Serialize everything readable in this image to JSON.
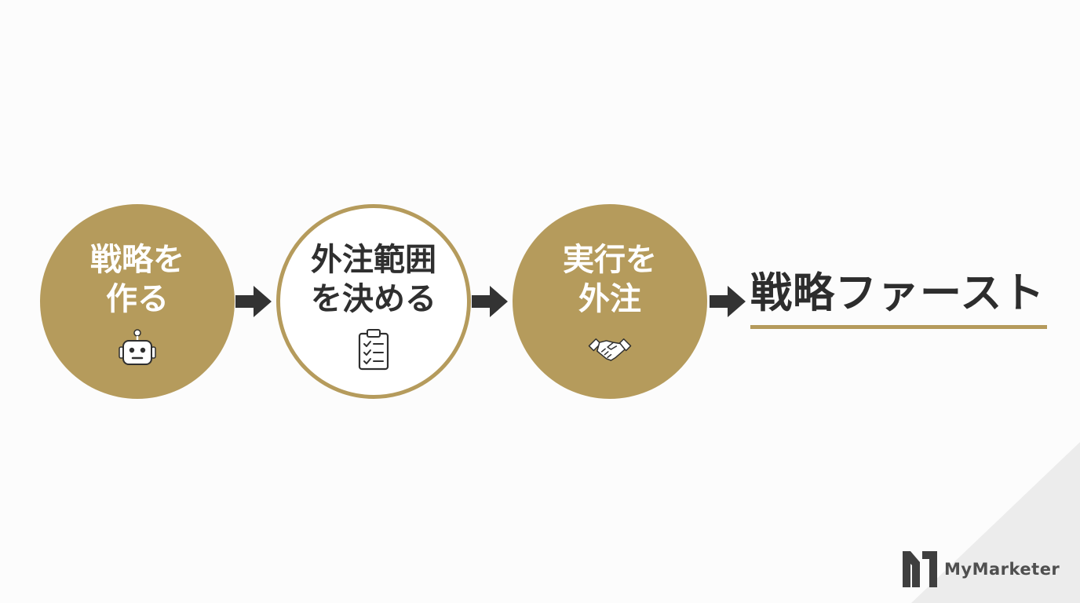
{
  "steps": [
    {
      "lines": [
        "戦略を",
        "作る"
      ],
      "icon": "robot-icon",
      "style": "filled"
    },
    {
      "lines": [
        "外注範囲",
        "を決める"
      ],
      "icon": "clipboard-checklist-icon",
      "style": "outlined"
    },
    {
      "lines": [
        "実行を",
        "外注"
      ],
      "icon": "handshake-icon",
      "style": "filled"
    }
  ],
  "result": {
    "text": "戦略ファースト"
  },
  "brand": {
    "name": "MyMarketer"
  },
  "colors": {
    "accent": "#b59b5c",
    "arrow": "#333333",
    "text_dark": "#2d2d2d",
    "background": "#fcfcfc"
  }
}
